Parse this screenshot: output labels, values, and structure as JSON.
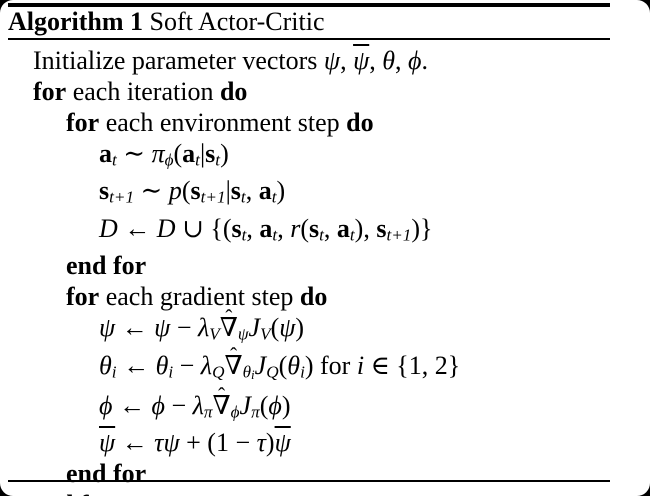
{
  "colors": {
    "text": "#000000",
    "page_background": "#ffffff",
    "outside_background": "#000000"
  },
  "symbols": {
    "hat_mark": "ˆ"
  },
  "header": {
    "label": "Algorithm 1",
    "title": "Soft Actor-Critic"
  },
  "lines": [
    {
      "indent": 1,
      "segments": [
        {
          "t": "Initialize parameter vectors ",
          "s": ""
        },
        {
          "t": "ψ",
          "s": "i"
        },
        {
          "t": ", ",
          "s": ""
        },
        {
          "t": "ψ",
          "s": "i bar"
        },
        {
          "t": ", ",
          "s": ""
        },
        {
          "t": "θ",
          "s": "i"
        },
        {
          "t": ", ",
          "s": ""
        },
        {
          "t": "ϕ",
          "s": "i"
        },
        {
          "t": ".",
          "s": ""
        }
      ]
    },
    {
      "indent": 1,
      "segments": [
        {
          "t": "for",
          "s": "b"
        },
        {
          "t": " each iteration ",
          "s": ""
        },
        {
          "t": "do",
          "s": "b"
        }
      ]
    },
    {
      "indent": 2,
      "segments": [
        {
          "t": "for",
          "s": "b"
        },
        {
          "t": " each environment step ",
          "s": ""
        },
        {
          "t": "do",
          "s": "b"
        }
      ]
    },
    {
      "indent": 3,
      "segments": [
        {
          "t": "a",
          "s": "b"
        },
        {
          "t": "t",
          "s": "i sub"
        },
        {
          "t": " ∼ ",
          "s": ""
        },
        {
          "t": "π",
          "s": "i"
        },
        {
          "t": "ϕ",
          "s": "i sub"
        },
        {
          "t": "(",
          "s": ""
        },
        {
          "t": "a",
          "s": "b"
        },
        {
          "t": "t",
          "s": "i sub"
        },
        {
          "t": "|",
          "s": ""
        },
        {
          "t": "s",
          "s": "b"
        },
        {
          "t": "t",
          "s": "i sub"
        },
        {
          "t": ")",
          "s": ""
        }
      ]
    },
    {
      "indent": 3,
      "segments": [
        {
          "t": "s",
          "s": "b"
        },
        {
          "t": "t+1",
          "s": "i sub"
        },
        {
          "t": " ∼ ",
          "s": ""
        },
        {
          "t": "p",
          "s": "i"
        },
        {
          "t": "(",
          "s": ""
        },
        {
          "t": "s",
          "s": "b"
        },
        {
          "t": "t+1",
          "s": "i sub"
        },
        {
          "t": "|",
          "s": ""
        },
        {
          "t": "s",
          "s": "b"
        },
        {
          "t": "t",
          "s": "i sub"
        },
        {
          "t": ", ",
          "s": ""
        },
        {
          "t": "a",
          "s": "b"
        },
        {
          "t": "t",
          "s": "i sub"
        },
        {
          "t": ")",
          "s": ""
        }
      ]
    },
    {
      "indent": 3,
      "segments": [
        {
          "t": "D",
          "s": "cal"
        },
        {
          "t": " ← ",
          "s": ""
        },
        {
          "t": "D",
          "s": "cal"
        },
        {
          "t": " ∪ {(",
          "s": ""
        },
        {
          "t": "s",
          "s": "b"
        },
        {
          "t": "t",
          "s": "i sub"
        },
        {
          "t": ", ",
          "s": ""
        },
        {
          "t": "a",
          "s": "b"
        },
        {
          "t": "t",
          "s": "i sub"
        },
        {
          "t": ", ",
          "s": ""
        },
        {
          "t": "r",
          "s": "i"
        },
        {
          "t": "(",
          "s": ""
        },
        {
          "t": "s",
          "s": "b"
        },
        {
          "t": "t",
          "s": "i sub"
        },
        {
          "t": ", ",
          "s": ""
        },
        {
          "t": "a",
          "s": "b"
        },
        {
          "t": "t",
          "s": "i sub"
        },
        {
          "t": "), ",
          "s": ""
        },
        {
          "t": "s",
          "s": "b"
        },
        {
          "t": "t+1",
          "s": "i sub"
        },
        {
          "t": ")}",
          "s": ""
        }
      ]
    },
    {
      "indent": 2,
      "segments": [
        {
          "t": "end for",
          "s": "b"
        }
      ]
    },
    {
      "indent": 2,
      "segments": [
        {
          "t": "for",
          "s": "b"
        },
        {
          "t": " each gradient step ",
          "s": ""
        },
        {
          "t": "do",
          "s": "b"
        }
      ]
    },
    {
      "indent": 3,
      "segments": [
        {
          "t": "ψ",
          "s": "i"
        },
        {
          "t": " ← ",
          "s": ""
        },
        {
          "t": "ψ",
          "s": "i"
        },
        {
          "t": " − ",
          "s": ""
        },
        {
          "t": "λ",
          "s": "i"
        },
        {
          "t": "V",
          "s": "i sub"
        },
        {
          "t": "∇",
          "s": "hat"
        },
        {
          "t": "ψ",
          "s": "i sub"
        },
        {
          "t": "J",
          "s": "i"
        },
        {
          "t": "V",
          "s": "i sub"
        },
        {
          "t": "(",
          "s": ""
        },
        {
          "t": "ψ",
          "s": "i"
        },
        {
          "t": ")",
          "s": ""
        }
      ]
    },
    {
      "indent": 3,
      "segments": [
        {
          "t": "θ",
          "s": "i"
        },
        {
          "t": "i",
          "s": "i sub"
        },
        {
          "t": " ← ",
          "s": ""
        },
        {
          "t": "θ",
          "s": "i"
        },
        {
          "t": "i",
          "s": "i sub"
        },
        {
          "t": " − ",
          "s": ""
        },
        {
          "t": "λ",
          "s": "i"
        },
        {
          "t": "Q",
          "s": "i sub"
        },
        {
          "t": "∇",
          "s": "hat"
        },
        {
          "t": "θ",
          "s": "i sub"
        },
        {
          "t": "i",
          "s": "i sub2"
        },
        {
          "t": "J",
          "s": "i"
        },
        {
          "t": "Q",
          "s": "i sub"
        },
        {
          "t": "(",
          "s": ""
        },
        {
          "t": "θ",
          "s": "i"
        },
        {
          "t": "i",
          "s": "i sub"
        },
        {
          "t": ") for ",
          "s": ""
        },
        {
          "t": "i",
          "s": "i"
        },
        {
          "t": " ∈ {1, 2}",
          "s": ""
        }
      ]
    },
    {
      "indent": 3,
      "segments": [
        {
          "t": "ϕ",
          "s": "i"
        },
        {
          "t": " ← ",
          "s": ""
        },
        {
          "t": "ϕ",
          "s": "i"
        },
        {
          "t": " − ",
          "s": ""
        },
        {
          "t": "λ",
          "s": "i"
        },
        {
          "t": "π",
          "s": "i sub"
        },
        {
          "t": "∇",
          "s": "hat"
        },
        {
          "t": "ϕ",
          "s": "i sub"
        },
        {
          "t": "J",
          "s": "i"
        },
        {
          "t": "π",
          "s": "i sub"
        },
        {
          "t": "(",
          "s": ""
        },
        {
          "t": "ϕ",
          "s": "i"
        },
        {
          "t": ")",
          "s": ""
        }
      ]
    },
    {
      "indent": 3,
      "segments": [
        {
          "t": "ψ",
          "s": "i bar"
        },
        {
          "t": " ← ",
          "s": ""
        },
        {
          "t": "τ",
          "s": "i"
        },
        {
          "t": "ψ",
          "s": "i"
        },
        {
          "t": " + (1 − ",
          "s": ""
        },
        {
          "t": "τ",
          "s": "i"
        },
        {
          "t": ")",
          "s": ""
        },
        {
          "t": "ψ",
          "s": "i bar"
        }
      ]
    },
    {
      "indent": 2,
      "segments": [
        {
          "t": "end for",
          "s": "b"
        }
      ]
    },
    {
      "indent": 1,
      "segments": [
        {
          "t": "end for",
          "s": "b"
        }
      ]
    }
  ]
}
